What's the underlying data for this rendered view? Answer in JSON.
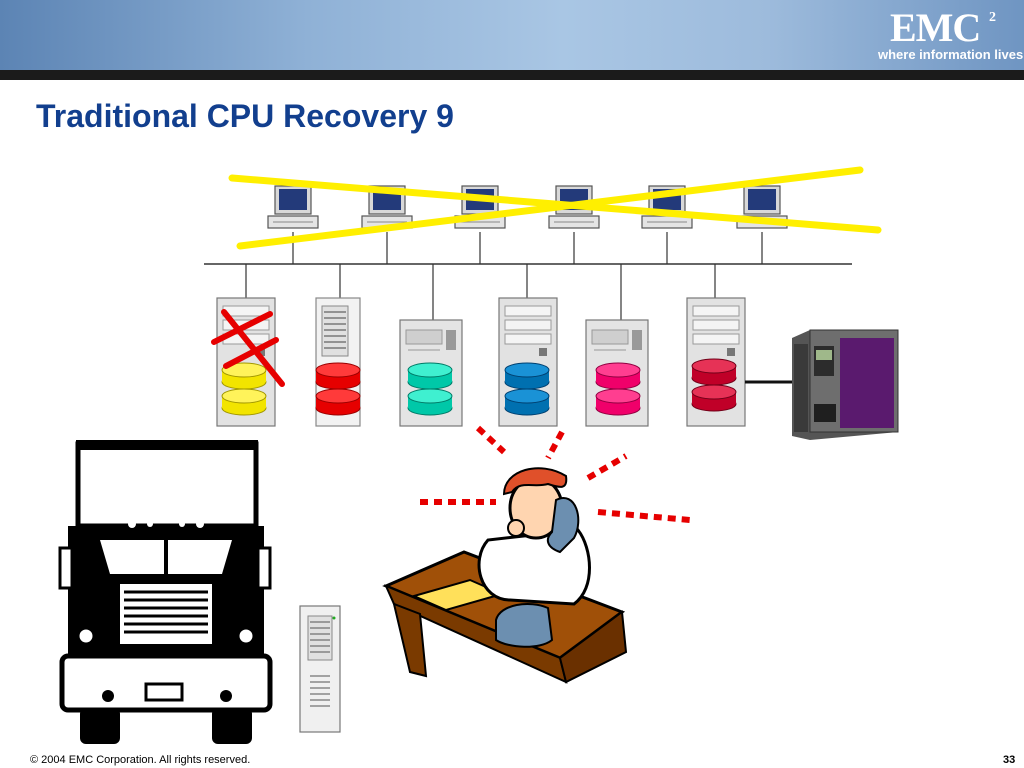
{
  "slide": {
    "title": "Traditional CPU Recovery 9",
    "footer_copyright": "© 2004 EMC Corporation. All rights reserved.",
    "page_number": "33"
  },
  "logo": {
    "wordmark": "EMC",
    "superscript": "2",
    "tagline": "where information lives"
  },
  "colors": {
    "title": "#123f8e",
    "cross_out_lines": "#ffef00",
    "failed_server_cross": "#e60000",
    "alert_dashes": "#e60000"
  },
  "diagram": {
    "workstations": [
      "workstation-1",
      "workstation-2",
      "workstation-3",
      "workstation-4",
      "workstation-5",
      "workstation-6"
    ],
    "workstations_crossed_out": true,
    "servers": [
      {
        "name": "server-1",
        "disk_color": "#f2e400",
        "failed": true
      },
      {
        "name": "server-2",
        "disk_color": "#e60000",
        "failed": false
      },
      {
        "name": "server-3",
        "disk_color": "#00c8a8",
        "failed": false
      },
      {
        "name": "server-4",
        "disk_color": "#0070b0",
        "failed": false
      },
      {
        "name": "server-5",
        "disk_color": "#f0006a",
        "failed": false
      },
      {
        "name": "server-6",
        "disk_color": "#c00028",
        "failed": false
      }
    ],
    "storage_unit": "tape-library",
    "truck": "delivery-truck",
    "replacement_server": "replacement-server",
    "person": "stressed-operator-on-phone"
  }
}
